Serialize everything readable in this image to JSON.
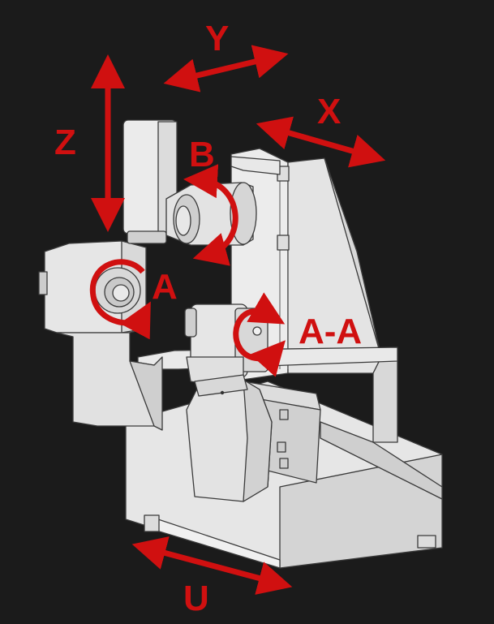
{
  "diagram": {
    "labels": {
      "y": "Y",
      "x": "X",
      "z": "Z",
      "b": "B",
      "a": "A",
      "aa": "A-A",
      "u": "U"
    },
    "colors": {
      "background": "#1b1b1b",
      "accent": "#d01010",
      "part_light": "#e8e8e8",
      "part_mid": "#d6d6d6",
      "part_dark": "#bdbdbd"
    }
  }
}
